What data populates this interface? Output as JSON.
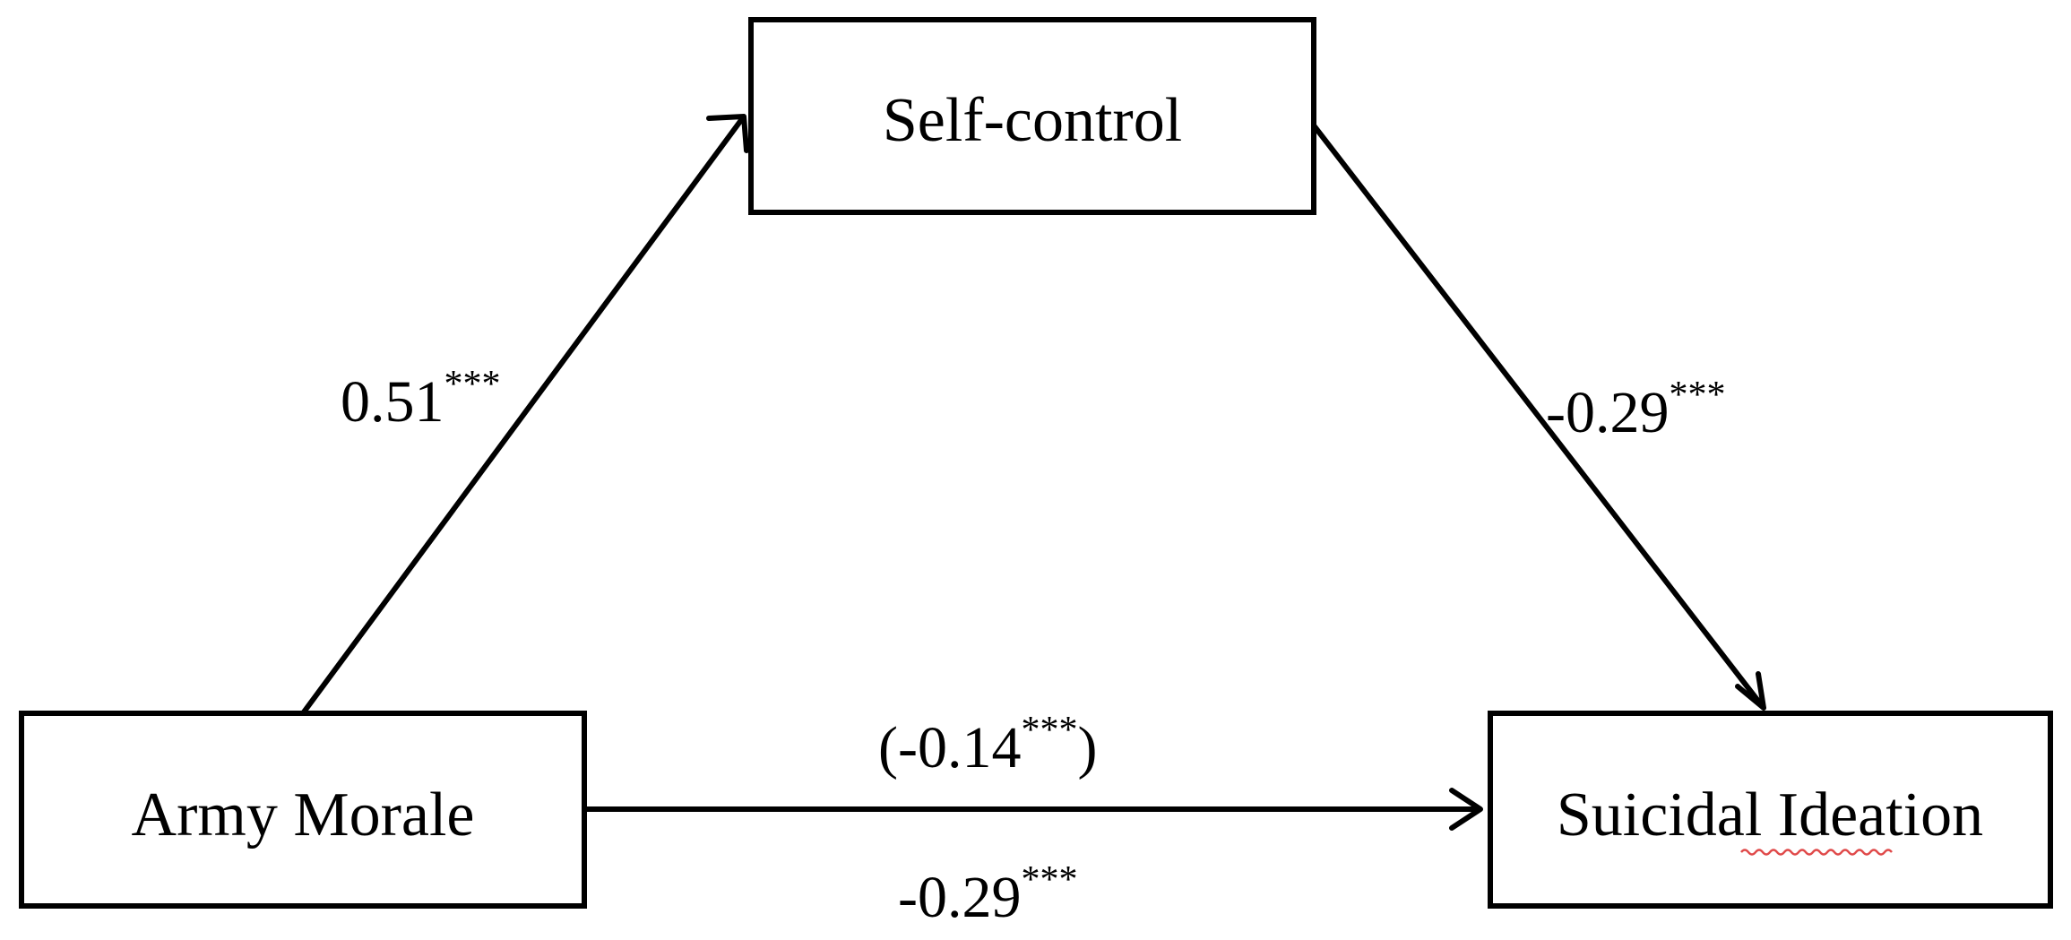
{
  "nodes": {
    "mediator": {
      "label": "Self-control"
    },
    "predictor": {
      "label": "Army Morale"
    },
    "outcome": {
      "label_part1": "Suicidal ",
      "label_part2": "Ideation"
    }
  },
  "paths": {
    "a": {
      "value": "0.51",
      "sig": "***"
    },
    "b": {
      "value": "-0.29",
      "sig": "***"
    },
    "c_prime": {
      "open": "(",
      "value": "-0.14",
      "sig": "***",
      "close": ")"
    },
    "c": {
      "value": "-0.29",
      "sig": "***"
    }
  },
  "colors": {
    "line": "#000000",
    "spellcheck_underline": "#e04a4a"
  }
}
